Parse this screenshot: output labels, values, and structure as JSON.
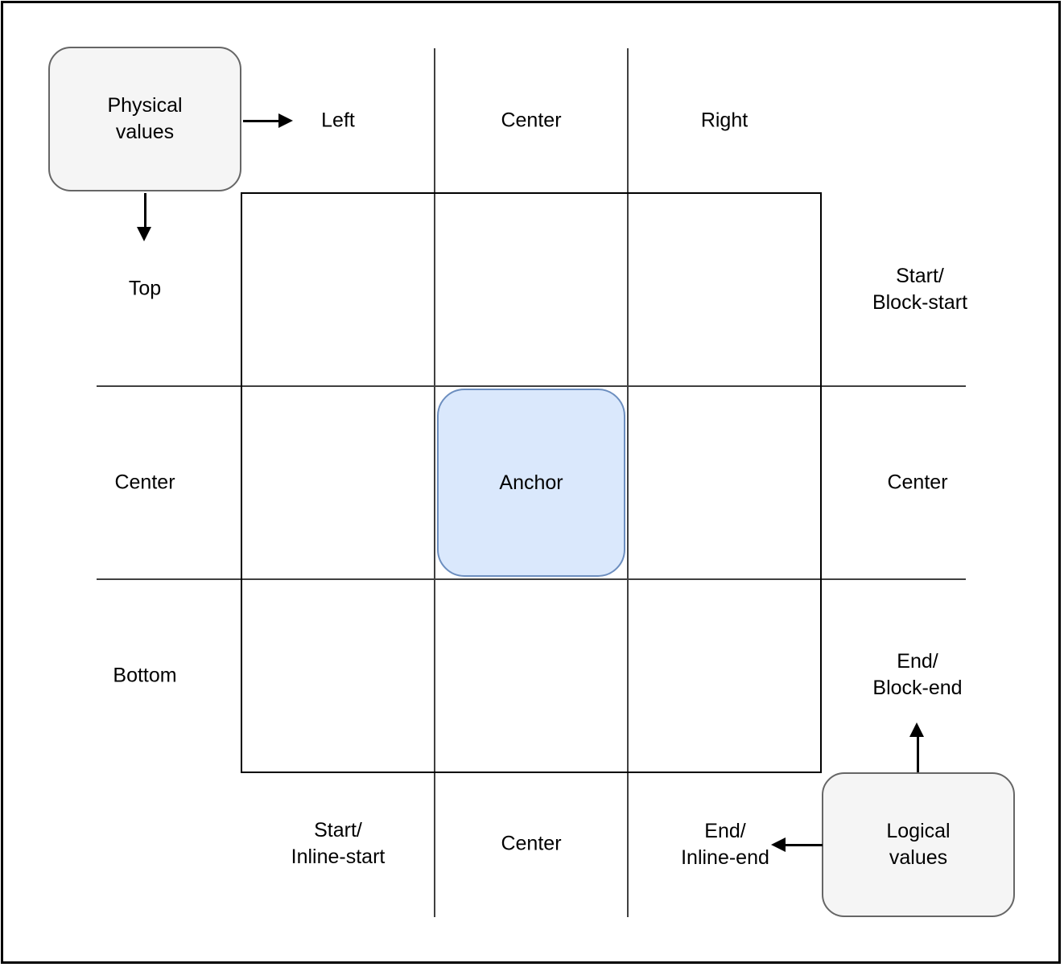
{
  "colors": {
    "anchor_fill": "#DAE8FC",
    "anchor_stroke": "#6C8EBF",
    "box_fill": "#F5F5F5",
    "box_stroke": "#666666",
    "grid_line": "#404040",
    "border": "#000000",
    "text": "#000000"
  },
  "nodes": {
    "physical": "Physical\nvalues",
    "logical": "Logical\nvalues",
    "anchor": "Anchor"
  },
  "physical_labels": {
    "left": "Left",
    "center_column": "Center",
    "right": "Right",
    "top": "Top",
    "center_row": "Center",
    "bottom": "Bottom"
  },
  "logical_labels": {
    "start_block_start": "Start/\nBlock-start",
    "center_row": "Center",
    "end_block_end": "End/\nBlock-end",
    "start_inline_start": "Start/\nInline-start",
    "center_column": "Center",
    "end_inline_end": "End/\nInline-end"
  }
}
